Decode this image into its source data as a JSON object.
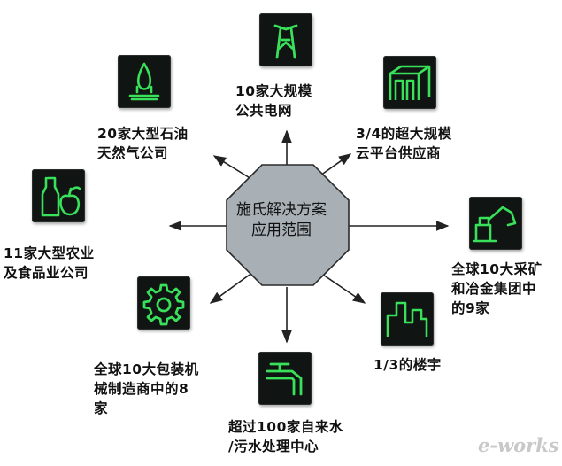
{
  "center": {
    "label": "施氏解决方案\n应用范围"
  },
  "nodes": [
    {
      "id": "power-grid",
      "icon": "power-tower-icon",
      "label": "10家大规模\n公共电网"
    },
    {
      "id": "cloud-platform",
      "icon": "data-center-building-icon",
      "label": "3/4的超大规模\n云平台供应商"
    },
    {
      "id": "mining",
      "icon": "excavator-icon",
      "label": "全球10大采矿\n和冶金集团中\n的9家"
    },
    {
      "id": "buildings",
      "icon": "city-buildings-icon",
      "label": "1/3的楼宇"
    },
    {
      "id": "water",
      "icon": "water-faucet-icon",
      "label": "超过100家自来水\n/污水处理中心"
    },
    {
      "id": "packaging",
      "icon": "gear-icon",
      "label": "全球10大包装机\n械制造商中的8\n家"
    },
    {
      "id": "agriculture-food",
      "icon": "bottle-and-fruit-icon",
      "label": "11家大型农业\n及食品业公司"
    },
    {
      "id": "oil-gas",
      "icon": "gas-flame-icon",
      "label": "20家大型石油\n天然气公司"
    }
  ],
  "watermark": "e-works",
  "colors": {
    "icon_stroke": "#39e05a",
    "icon_background": "#101412",
    "octagon_fill": "#a8b0b6",
    "arrow": "#222222"
  }
}
